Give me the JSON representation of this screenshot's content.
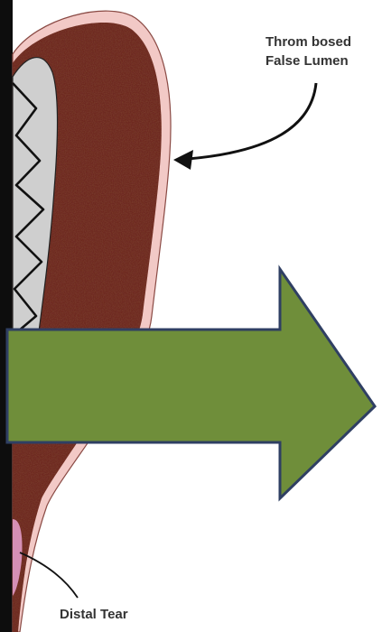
{
  "labels": {
    "thrombosed_line1": "Throm bosed",
    "thrombosed_line2": "False Lumen",
    "distal_tear": "Distal Tear"
  },
  "colors": {
    "background": "#ffffff",
    "left_panel": "#0d0d0d",
    "wall_outline": "#f2c9c6",
    "thrombus_fill": "#6e2a20",
    "true_lumen": "#cfcfcf",
    "distal_pink": "#d58fb5",
    "arrow_fill": "#6f8e3a",
    "arrow_stroke": "#2f3f63",
    "label_text": "#333333",
    "pointer_line": "#111111"
  },
  "shapes": {
    "arrow": "right-pointing block arrow",
    "stent": "zig-zag stent graft"
  }
}
